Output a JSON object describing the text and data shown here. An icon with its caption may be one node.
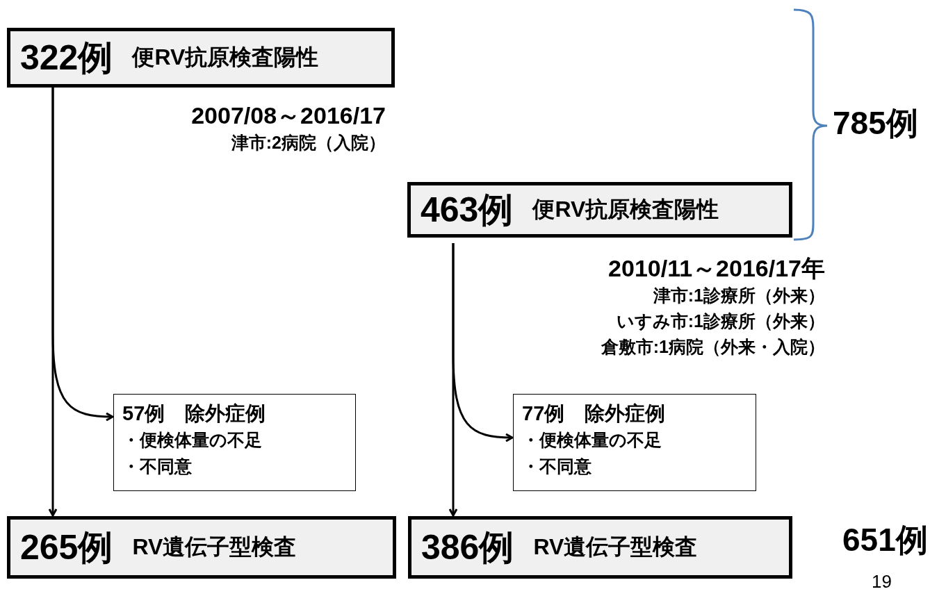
{
  "diagram": {
    "nodes": [
      {
        "text": [
          "322例",
          "便RV抗原検査陽性"
        ],
        "beside": [
          "2007/08～2016/17",
          "津市:2病院（入院）"
        ]
      },
      {
        "text": [
          "463例",
          "便RV抗原検査陽性"
        ],
        "beside": [
          "2010/11～2016/17年",
          "津市:1診療所（外来）",
          "いすみ市:1診療所（外来）",
          "倉敷市:1病院（外来・入院）"
        ]
      },
      {
        "text": [
          "57例　除外症例",
          "・便検体量の不足",
          "・不同意"
        ]
      },
      {
        "text": [
          "77例　除外症例",
          "・便検体量の不足",
          "・不同意"
        ]
      },
      {
        "text": [
          "265例",
          "RV遺伝子型検査"
        ]
      },
      {
        "text": [
          "386例",
          "RV遺伝子型検査"
        ]
      }
    ],
    "edges": [
      {
        "from": 0,
        "to": 4,
        "arrow": "to"
      },
      {
        "from": 0,
        "to": 2,
        "arrow": "to"
      },
      {
        "from": 1,
        "to": 5,
        "arrow": "to"
      },
      {
        "from": 1,
        "to": 3,
        "arrow": "to"
      }
    ],
    "labels": [
      "785例",
      "651例",
      "19"
    ]
  }
}
